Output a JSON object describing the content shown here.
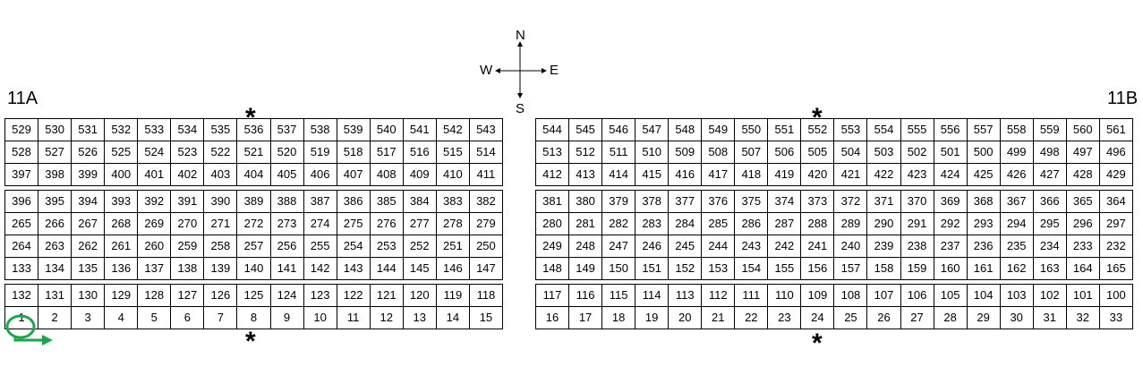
{
  "compass": {
    "north": "N",
    "south": "S",
    "east": "E",
    "west": "W"
  },
  "fields": [
    {
      "label": "11A",
      "rows": [
        [
          529,
          530,
          531,
          532,
          533,
          534,
          535,
          536,
          537,
          538,
          539,
          540,
          541,
          542,
          543
        ],
        [
          528,
          527,
          526,
          525,
          524,
          523,
          522,
          521,
          520,
          519,
          518,
          517,
          516,
          515,
          514
        ],
        [
          397,
          398,
          399,
          400,
          401,
          402,
          403,
          404,
          405,
          406,
          407,
          408,
          409,
          410,
          411
        ],
        null,
        [
          396,
          395,
          394,
          393,
          392,
          391,
          390,
          389,
          388,
          387,
          386,
          385,
          384,
          383,
          382
        ],
        [
          265,
          266,
          267,
          268,
          269,
          270,
          271,
          272,
          273,
          274,
          275,
          276,
          277,
          278,
          279
        ],
        [
          264,
          263,
          262,
          261,
          260,
          259,
          258,
          257,
          256,
          255,
          254,
          253,
          252,
          251,
          250
        ],
        [
          133,
          134,
          135,
          136,
          137,
          138,
          139,
          140,
          141,
          142,
          143,
          144,
          145,
          146,
          147
        ],
        null,
        [
          132,
          131,
          130,
          129,
          128,
          127,
          126,
          125,
          124,
          123,
          122,
          121,
          120,
          119,
          118
        ],
        [
          1,
          2,
          3,
          4,
          5,
          6,
          7,
          8,
          9,
          10,
          11,
          12,
          13,
          14,
          15
        ]
      ]
    },
    {
      "label": "11B",
      "rows": [
        [
          544,
          545,
          546,
          547,
          548,
          549,
          550,
          551,
          552,
          553,
          554,
          555,
          556,
          557,
          558,
          559,
          560,
          561
        ],
        [
          513,
          512,
          511,
          510,
          509,
          508,
          507,
          506,
          505,
          504,
          503,
          502,
          501,
          500,
          499,
          498,
          497,
          496
        ],
        [
          412,
          413,
          414,
          415,
          416,
          417,
          418,
          419,
          420,
          421,
          422,
          423,
          424,
          425,
          426,
          427,
          428,
          429
        ],
        null,
        [
          381,
          380,
          379,
          378,
          377,
          376,
          375,
          374,
          373,
          372,
          371,
          370,
          369,
          368,
          367,
          366,
          365,
          364
        ],
        [
          280,
          281,
          282,
          283,
          284,
          285,
          286,
          287,
          288,
          289,
          290,
          291,
          292,
          293,
          294,
          295,
          296,
          297
        ],
        [
          249,
          248,
          247,
          246,
          245,
          244,
          243,
          242,
          241,
          240,
          239,
          238,
          237,
          236,
          235,
          234,
          233,
          232
        ],
        [
          148,
          149,
          150,
          151,
          152,
          153,
          154,
          155,
          156,
          157,
          158,
          159,
          160,
          161,
          162,
          163,
          164,
          165
        ],
        null,
        [
          117,
          116,
          115,
          114,
          113,
          112,
          111,
          110,
          109,
          108,
          107,
          106,
          105,
          104,
          103,
          102,
          101,
          100
        ],
        [
          16,
          17,
          18,
          19,
          20,
          21,
          22,
          23,
          24,
          25,
          26,
          27,
          28,
          29,
          30,
          31,
          32,
          33
        ]
      ]
    }
  ],
  "markers": {
    "star": "*"
  },
  "colors": {
    "start_marker": "#1aa64b"
  }
}
